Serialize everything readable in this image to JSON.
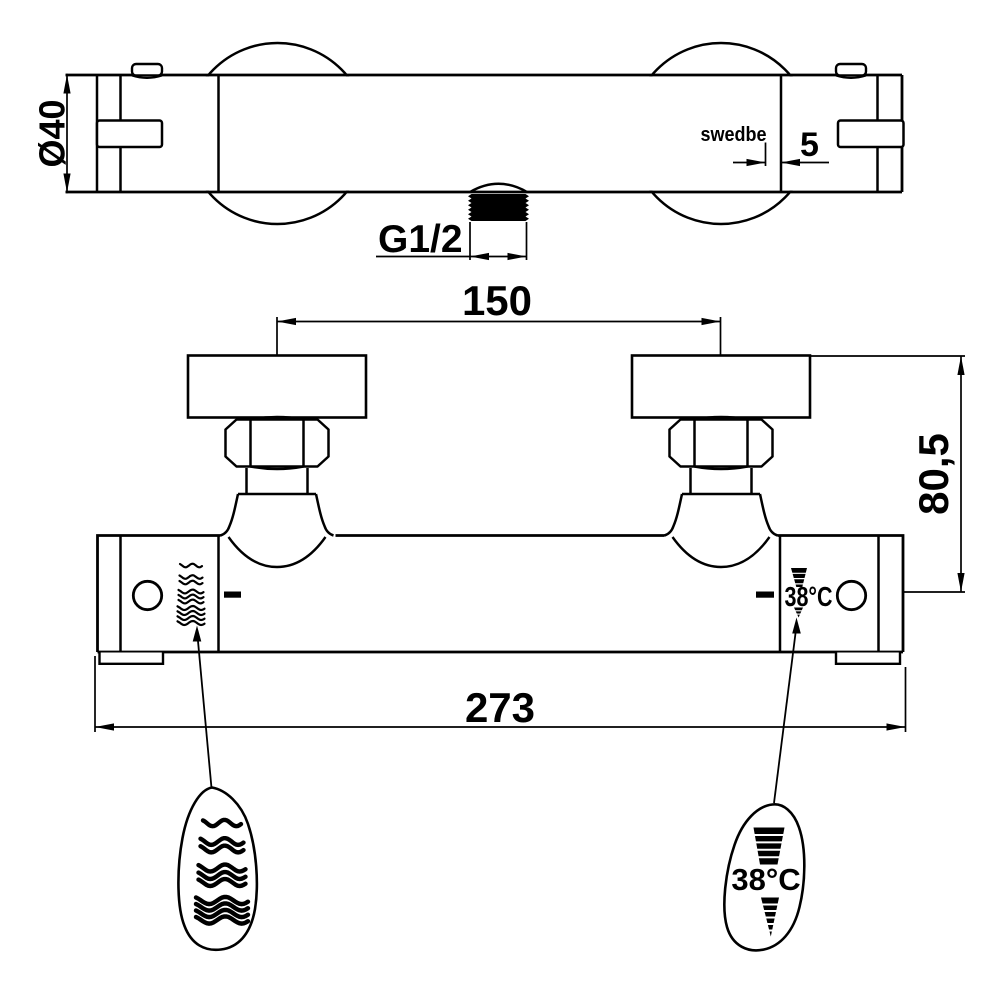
{
  "drawing": {
    "type": "technical-dimension-drawing",
    "subject": "thermostatic shower mixer, top view and front view",
    "brand": "swedbe",
    "dimensions": {
      "diameter": "Ø40",
      "logo_offset": "5",
      "thread": "G1/2",
      "center_distance": "150",
      "depth": "80,5",
      "total_width": "273"
    },
    "labels": {
      "temperature_body": "38°C",
      "temperature_balloon": "38°C"
    },
    "icons": {
      "flow_symbol": "wavy-lines",
      "temperature_symbol": "stepped-cone"
    },
    "colors": {
      "line": "#000000",
      "background": "#ffffff"
    }
  }
}
